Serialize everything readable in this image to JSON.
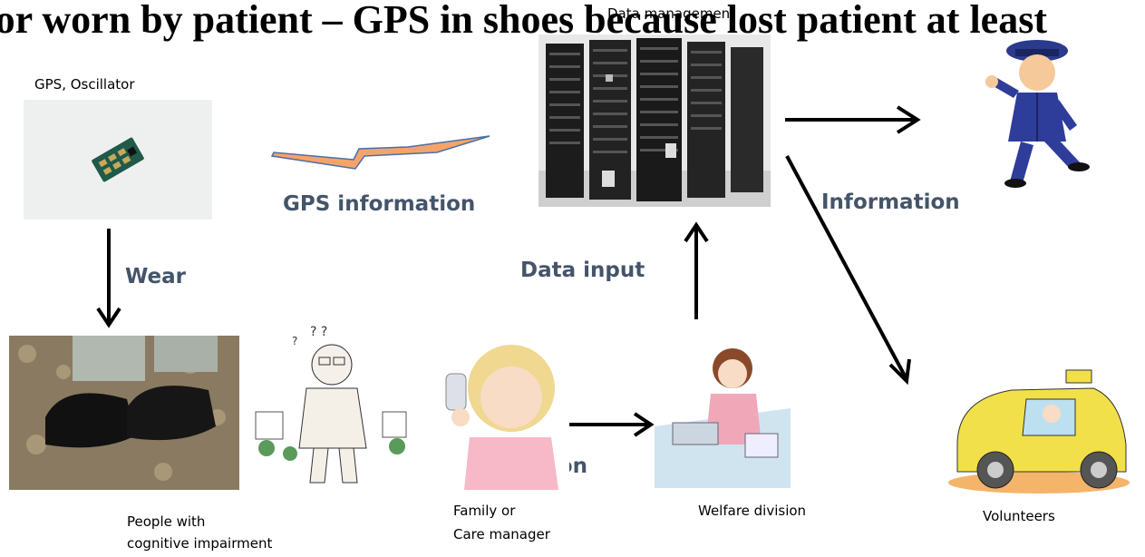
{
  "title": "tor worn by patient – GPS in shoes because lost patient at least",
  "server_caption": "Data management",
  "labels": {
    "gps_oscillator": "GPS, Oscillator",
    "gps_information": "GPS information",
    "information_top": "Information",
    "wear": "Wear",
    "data_input": "Data input",
    "information_bottom": "information"
  },
  "captions": {
    "people_line1": "People with",
    "people_line2": "cognitive impairment",
    "family_line1": "Family or",
    "family_line2": "Care manager",
    "welfare": "Welfare division",
    "volunteers": "Volunteers"
  },
  "colors": {
    "label_color": "#44546A",
    "bolt_fill": "#F4A46B",
    "bolt_stroke": "#4A6FA5"
  }
}
